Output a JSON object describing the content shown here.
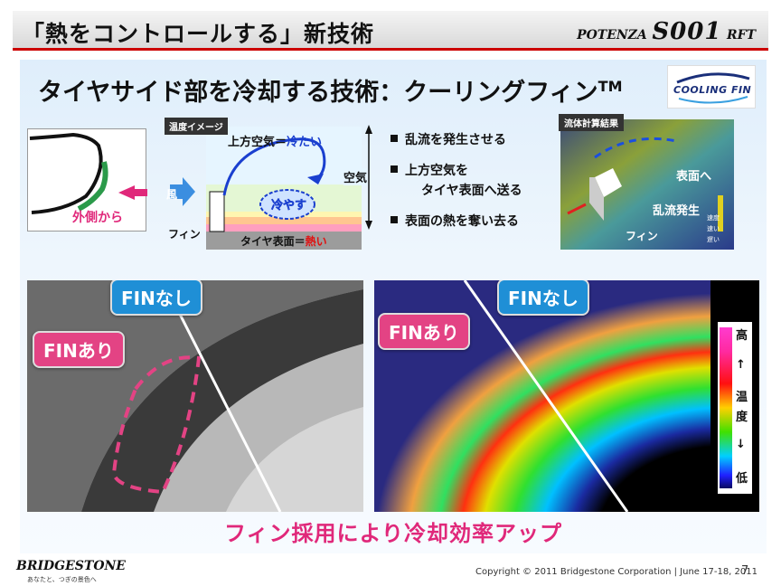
{
  "header": {
    "title": "「熱をコントロールする」新技術",
    "brand_p1": "POTENZA",
    "brand_p2": "S001",
    "brand_p3": "RFT"
  },
  "subtitle": {
    "text": "タイヤサイド部を冷却する技術：クーリングフィン",
    "tm": "TM"
  },
  "cooling_logo": "COOLING FIN",
  "left_sketch": {
    "arrow_label": "外側から"
  },
  "temp_diagram": {
    "badge": "温度イメージ",
    "upper_air_prefix": "上方空気＝",
    "upper_air_cool": "冷たい",
    "cool_label": "冷やす",
    "wind_label": "風",
    "air_label": "空気",
    "fin_label": "フィン",
    "surface_prefix": "タイヤ表面＝",
    "surface_hot": "熱い"
  },
  "bullets": [
    {
      "text": "乱流を発生させる"
    },
    {
      "text": "上方空気を"
    },
    {
      "text": "タイヤ表面へ送る"
    },
    {
      "text": "表面の熱を奪い去る"
    }
  ],
  "cfd": {
    "badge": "流体計算結果",
    "to_surface": "表面へ",
    "turbulence": "乱流発生",
    "fin": "フィン",
    "legend_title": "速度",
    "legend_fast": "速い",
    "legend_slow": "遅い"
  },
  "photos": {
    "fin_none": "FINなし",
    "fin_with": "FINあり",
    "scale_high": "高",
    "scale_up": "↑",
    "scale_temp1": "温",
    "scale_temp2": "度",
    "scale_down": "↓",
    "scale_low": "低"
  },
  "conclusion": "フィン採用により冷却効率アップ",
  "footer": {
    "logo": "BRIDGESTONE",
    "tagline": "あなたと、つぎの景色へ",
    "copyright": "Copyright © 2011 Bridgestone Corporation  |  June 17-18, 2011",
    "page": "7"
  },
  "colors": {
    "accent_pink": "#e0287a",
    "accent_blue": "#1f8fd6",
    "header_rule": "#cc0000"
  }
}
